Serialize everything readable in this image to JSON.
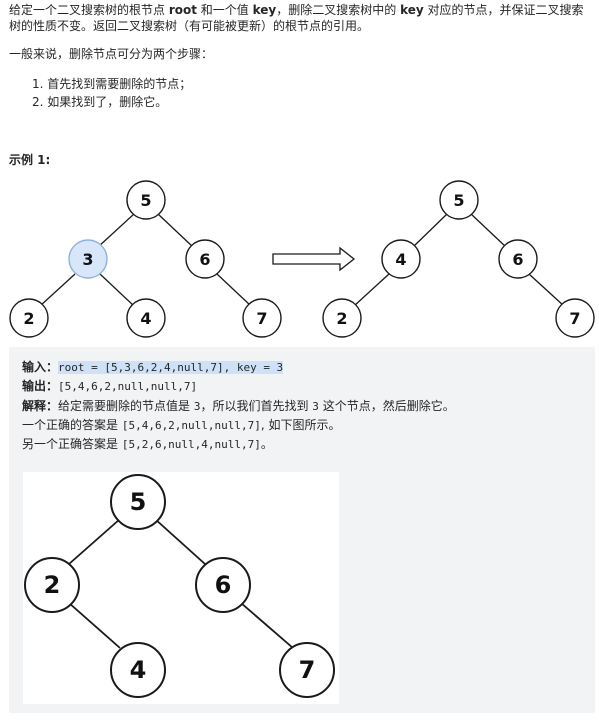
{
  "intro": {
    "line1_a": "给定一个二叉搜索树的根节点 ",
    "root_kw": "root",
    "line1_b": " 和一个值 ",
    "key_kw": "key",
    "line1_c": "，删除二叉搜索树中的 ",
    "key_kw2": "key",
    "line1_d": " 对应的节点，并保证二叉搜索树的性质不变。返回二叉搜索树（有可能被更新）的根节点的引用。",
    "line2": "一般来说，删除节点可分为两个步骤："
  },
  "steps": [
    "1. 首先找到需要删除的节点；",
    "2. 如果找到了，删除它。"
  ],
  "example": {
    "title": "示例 1:",
    "before_tree": [
      "5",
      "3",
      "6",
      "2",
      "4",
      "7"
    ],
    "after_tree": [
      "5",
      "4",
      "6",
      "2",
      "7"
    ],
    "highlighted_node": "3",
    "input_label": "输入：",
    "input_value": "root = [5,3,6,2,4,null,7], key = 3",
    "output_label": "输出：",
    "output_value": "[5,4,6,2,null,null,7]",
    "explain_label": "解释：",
    "explain_a": "给定需要删除的节点值是 ",
    "explain_b": "3",
    "explain_c": "，所以我们首先找到 ",
    "explain_d": "3",
    "explain_e": " 这个节点，然后删除它。",
    "line4_a": "一个正确的答案是 ",
    "line4_b": "[5,4,6,2,null,null,7]",
    "line4_c": ", 如下图所示。",
    "line5_a": "另一个正确答案是 ",
    "line5_b": "[5,2,6,null,4,null,7]",
    "line5_c": "。",
    "alt_tree": [
      "5",
      "2",
      "6",
      "4",
      "7"
    ]
  }
}
